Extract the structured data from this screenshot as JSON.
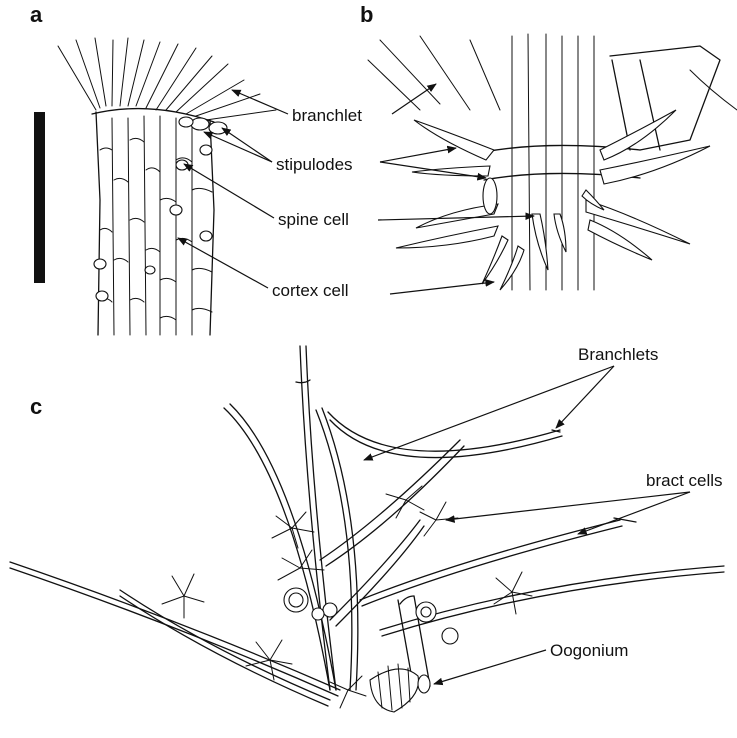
{
  "panels": {
    "a": {
      "letter": "a",
      "labels": {
        "branchlet": "branchlet",
        "stipulodes": "stipulodes",
        "spine_cell": "spine cell",
        "cortex_cell": "cortex cell"
      }
    },
    "b": {
      "letter": "b"
    },
    "c": {
      "letter": "c",
      "labels": {
        "branchlets": "Branchlets",
        "bract_cells": "bract cells",
        "oogonium": "Oogonium"
      }
    }
  },
  "colors": {
    "ink": "#111111",
    "background": "#ffffff"
  }
}
